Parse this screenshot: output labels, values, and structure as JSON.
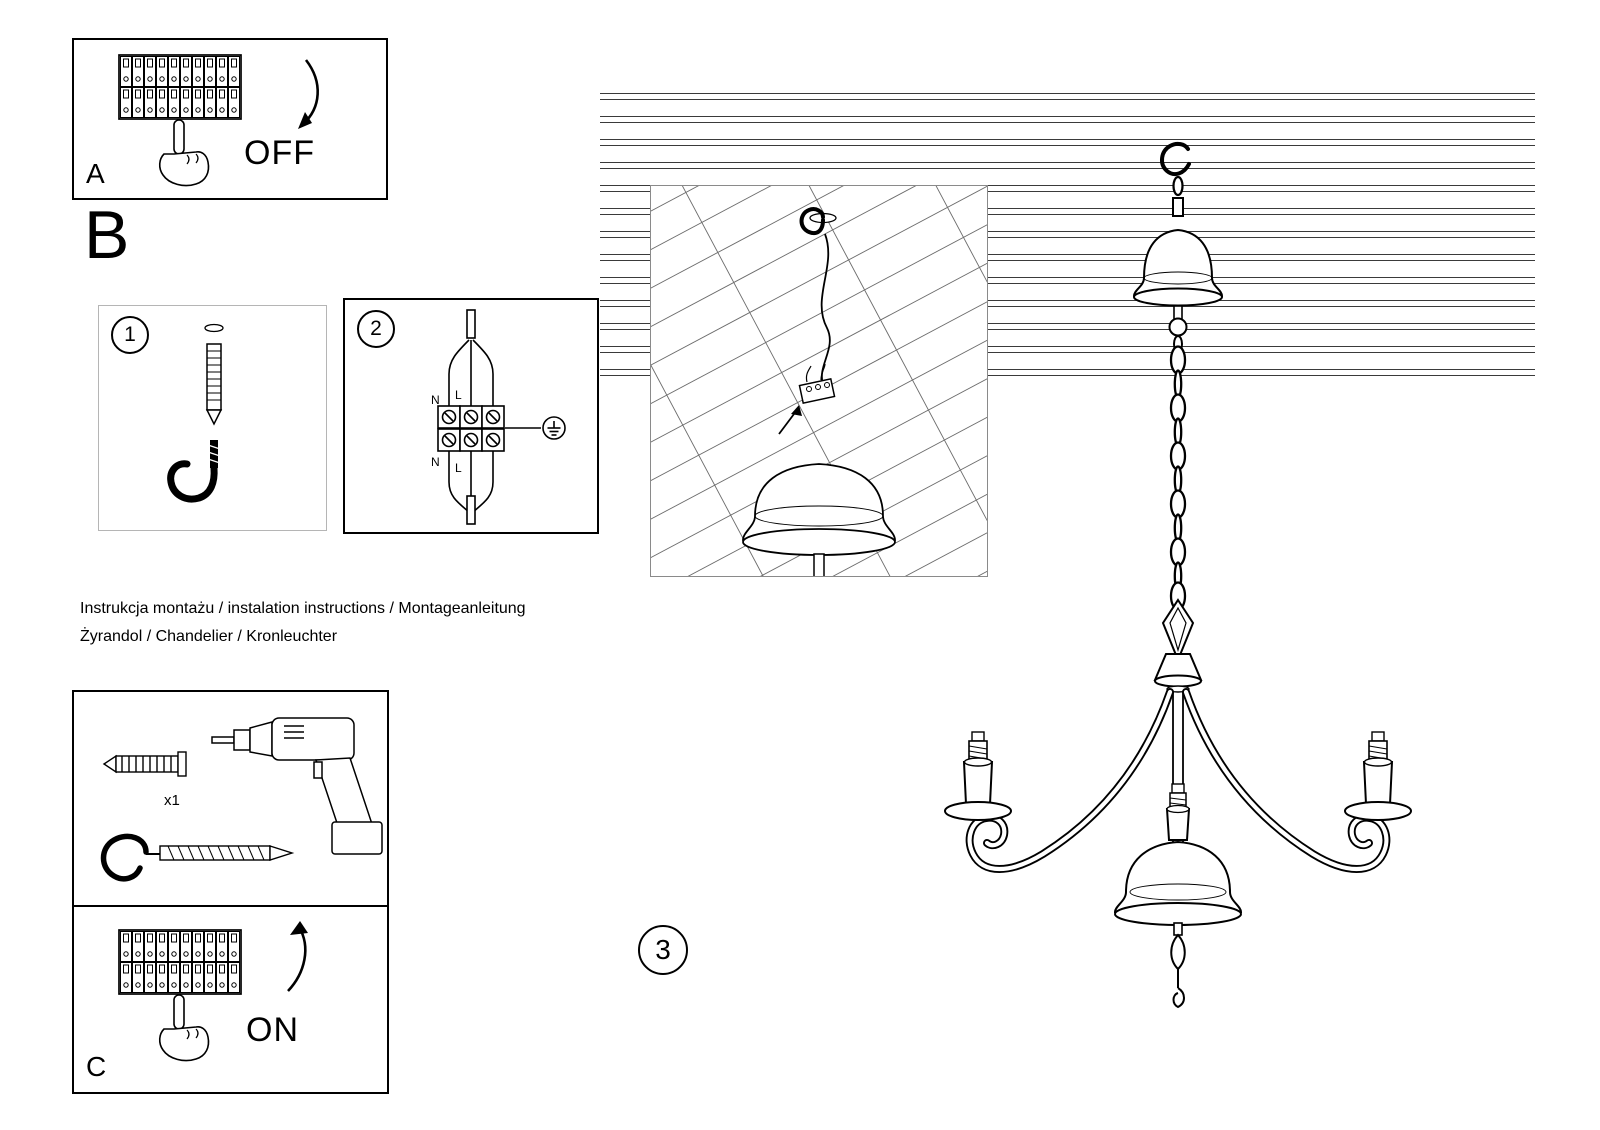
{
  "document": {
    "instructions": "Instrukcja montażu / instalation instructions / Montageanleitung",
    "product": "Żyrandol / Chandelier / Kronleuchter"
  },
  "panel_a": {
    "label": "A",
    "state": "OFF"
  },
  "section_b": {
    "label": "B"
  },
  "step1": {
    "number": "1"
  },
  "step2": {
    "number": "2"
  },
  "step3": {
    "number": "3"
  },
  "wiring": {
    "n_top": "N",
    "l_top": "L",
    "n_bottom": "N",
    "l_bottom": "L"
  },
  "parts": {
    "quantity": "x1"
  },
  "panel_c": {
    "label": "C",
    "state": "ON"
  }
}
